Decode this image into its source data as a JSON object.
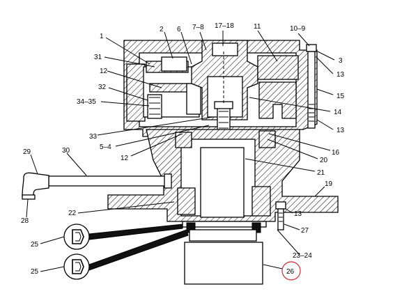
{
  "labels": {
    "l1": "1",
    "l2": "2",
    "l6": "6",
    "l7_8": "7–8",
    "l17_18": "17–18",
    "l11": "11",
    "l10_9": "10–9",
    "l3": "3",
    "l31": "31",
    "l13a": "13",
    "l12a": "12",
    "l32": "32",
    "l15": "15",
    "l34_35": "34–35",
    "l14": "14",
    "l13b": "13",
    "l33": "33",
    "l5_4": "5–4",
    "l16": "16",
    "l12b": "12",
    "l20": "20",
    "l29": "29",
    "l30": "30",
    "l21": "21",
    "l19": "19",
    "l22": "22",
    "l13c": "13",
    "l28": "28",
    "l27": "27",
    "l25a": "25",
    "l23_24": "23–24",
    "l25b": "25",
    "l26": "26"
  },
  "highlight_color": "#d9272e"
}
